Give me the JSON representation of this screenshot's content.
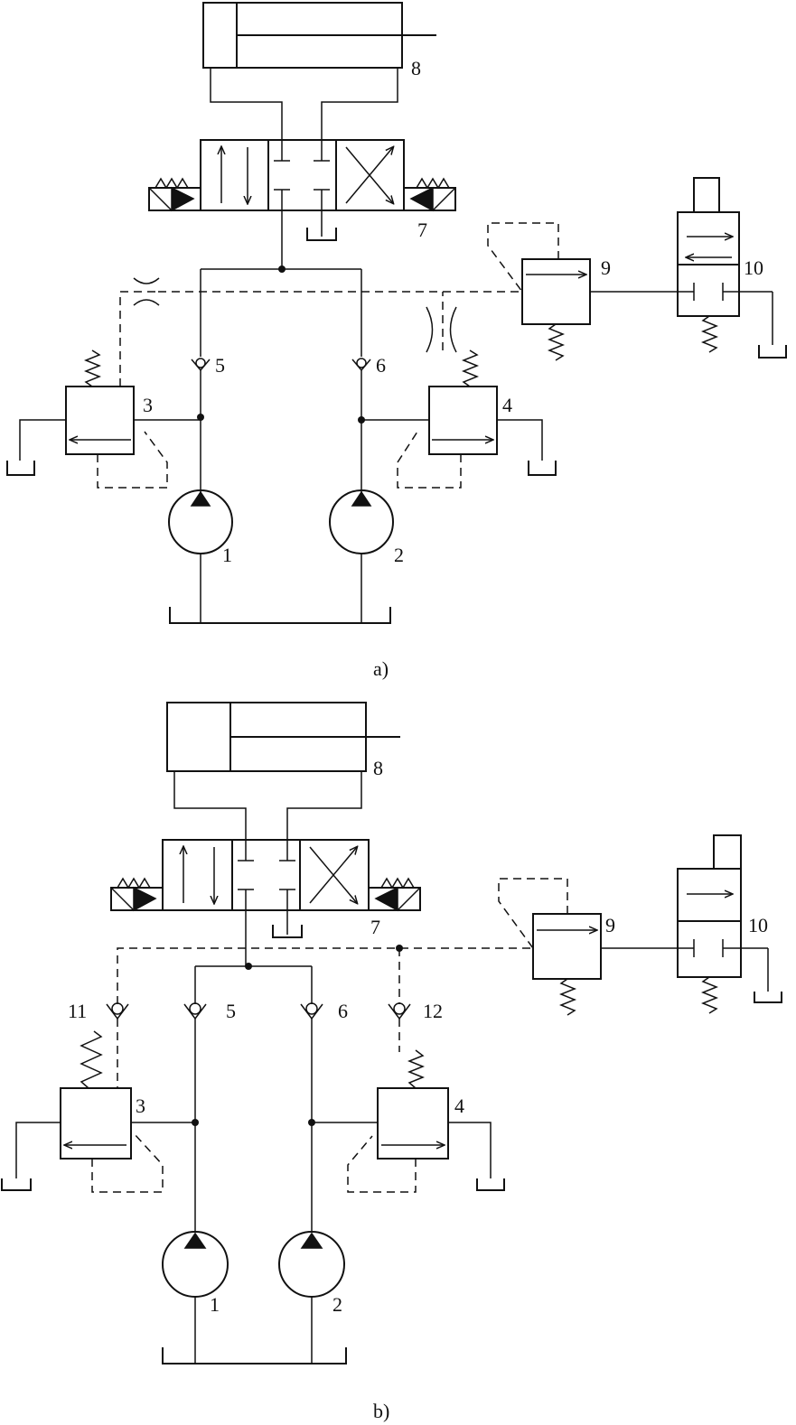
{
  "diagram": {
    "a": {
      "caption": "a)",
      "labels": {
        "pump1": "1",
        "pump2": "2",
        "relief3": "3",
        "relief4": "4",
        "check5": "5",
        "check6": "6",
        "dirvalve7": "7",
        "cylinder8": "8",
        "seqvalve9": "9",
        "solvalve10": "10"
      }
    },
    "b": {
      "caption": "b)",
      "labels": {
        "pump1": "1",
        "pump2": "2",
        "relief3": "3",
        "relief4": "4",
        "check5": "5",
        "check6": "6",
        "dirvalve7": "7",
        "cylinder8": "8",
        "seqvalve9": "9",
        "solvalve10": "10",
        "check11": "11",
        "check12": "12"
      }
    }
  }
}
